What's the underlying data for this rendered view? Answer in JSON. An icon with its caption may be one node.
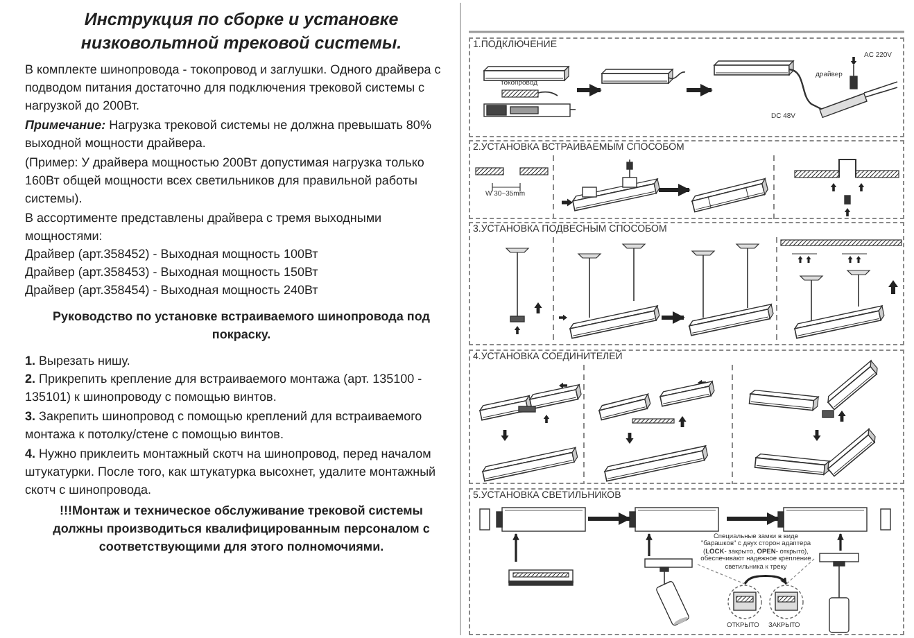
{
  "diagram": {
    "title": "Инструкция по сборке и установке низковольтной трековой системы.",
    "nodes": [
      {
        "text": [
          "1.ПОДКЛЮЧЕНИЕ"
        ]
      },
      {
        "text": [],
        "shape": "picture",
        "in": 0
      },
      {
        "text": [],
        "shape": "picture",
        "in": 0
      },
      {
        "text": [],
        "shape": "picture",
        "in": 0
      },
      {
        "text": [
          "2.УСТАНОВКА ВСТРАИВАЕМЫМ СПОСОБОМ"
        ]
      },
      {
        "text": [],
        "shape": "picture",
        "in": 4
      },
      {
        "text": [],
        "shape": "picture",
        "in": 4
      },
      {
        "text": [],
        "shape": "picture",
        "in": 4
      },
      {
        "text": [],
        "shape": "picture",
        "in": 4
      },
      {
        "text": [
          "3.УСТАНОВКА ПОДВЕСНЫМ СПОСОБОМ"
        ]
      },
      {
        "text": [],
        "shape": "picture",
        "in": 9
      },
      {
        "text": [],
        "shape": "picture",
        "in": 9
      },
      {
        "text": [],
        "shape": "picture",
        "in": 9
      },
      {
        "text": [],
        "shape": "picture",
        "in": 9
      },
      {
        "text": [
          "4.УСТАНОВКА СОЕДИНИТЕЛЕЙ"
        ]
      },
      {
        "text": [],
        "shape": "picture",
        "in": 14
      },
      {
        "text": [],
        "shape": "picture",
        "in": 14
      },
      {
        "text": [],
        "shape": "picture",
        "in": 14
      },
      {
        "text": [
          "5.УСТАНОВКА СВЕТИЛЬНИКОВ"
        ]
      },
      {
        "text": [],
        "shape": "picture",
        "in": 18
      },
      {
        "text": [],
        "shape": "picture",
        "in": 18
      },
      {
        "text": [],
        "shape": "picture",
        "in": 18
      },
      {
        "text": [],
        "shape": "picture",
        "in": 18
      },
      {
        "text": [],
        "shape": "picture",
        "in": 18
      },
      {
        "text": [],
        "shape": "picture",
        "in": 18,
        "beside": [
          "ОТКРЫТО"
        ]
      },
      {
        "text": [],
        "shape": "picture",
        "in": 18,
        "beside": [
          "ЗАКРЫТО"
        ]
      },
      {
        "text": [],
        "shape": "picture",
        "in": 18
      }
    ],
    "edges": [
      {
        "from": 1,
        "to": 2,
        "arrow": "to"
      },
      {
        "from": 2,
        "to": 3,
        "arrow": "to"
      },
      {
        "from": 6,
        "to": 7,
        "arrow": "to"
      },
      {
        "from": 11,
        "to": 12,
        "arrow": "to"
      },
      {
        "from": 19,
        "to": 20,
        "arrow": "to"
      },
      {
        "from": 20,
        "to": 21,
        "arrow": "to"
      },
      {
        "from": 24,
        "to": 25,
        "arrow": "to"
      },
      {
        "from": 22,
        "to": 19,
        "arrow": "to"
      },
      {
        "from": 23,
        "to": 20,
        "arrow": "to"
      },
      {
        "from": 26,
        "to": 21,
        "arrow": "to"
      },
      {
        "from": 23,
        "to": 24,
        "arrow": "none",
        "style": "dashed",
        "color": "#888888"
      },
      {
        "from": 26,
        "to": 25,
        "arrow": "none",
        "style": "dashed",
        "color": "#888888"
      }
    ],
    "labels": [
      "В комплекте шинопровода - токопровод и заглушки. Одного драйвера с подводом питания достаточно для подключения трековой системы с нагрузкой до 200Вт.",
      "**Примечание:** Нагрузка трековой системы не должна превышать 80% выходной мощности драйвера.",
      "(Пример: У драйвера мощностью 200Вт допустимая нагрузка только 160Вт общей мощности всех светильников для правильной работы системы).",
      "В ассортименте представлены драйвера с тремя выходными мощностями:",
      "Драйвер (арт.358452) - Выходная мощность 100Вт",
      "Драйвер (арт.358453) - Выходная мощность 150Вт",
      "Драйвер (арт.358454) - Выходная мощность 240Вт",
      "Руководство по установке встраиваемого шинопровода под покраску.",
      "**1.** Вырезать нишу.",
      "**2.** Прикрепить крепление для встраиваемого монтажа (арт. 135100 - 135101) к шинопроводу с помощью винтов.",
      "**3.** Закрепить шинопровод с помощью креплений для встраиваемого монтажа к потолку/стене с помощью винтов.",
      "**4.** Нужно приклеить монтажный скотч на шинопровод, перед началом штукатурки. После того, как штукатурка высохнет, удалите монтажный скотч с шинопровода.",
      "!!!Монтаж и техническое обслуживание трековой системы должны производиться квалифицированным персоналом с соответствующими для этого полномочиями.",
      "токопровод",
      "драйвер",
      "AC 220V",
      "DC 48V",
      "W 30~35mm",
      "Специальные замки в виде \"барашков\" с двух сторон адаптера (**LOCK**- закрыто, **OPEN**- открыто), обеспечивают надежное крепление светильника к треку"
    ]
  }
}
